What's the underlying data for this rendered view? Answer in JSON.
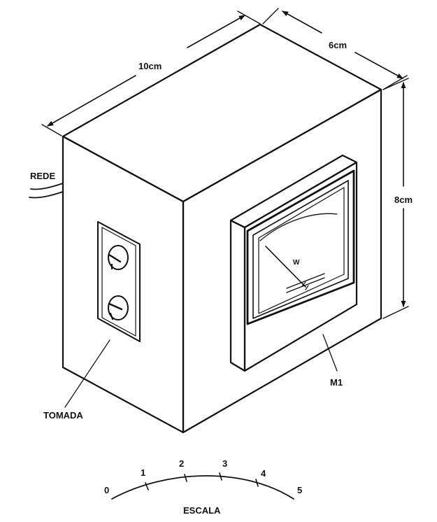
{
  "dimensions": {
    "length": "10cm",
    "depth": "6cm",
    "height": "8cm"
  },
  "labels": {
    "mains_cable": "REDE",
    "outlet": "TOMADA",
    "meter": "M1",
    "meter_unit": "W",
    "scale_title": "ESCALA"
  },
  "scale": {
    "ticks": [
      "0",
      "1",
      "2",
      "3",
      "4",
      "5"
    ]
  },
  "colors": {
    "ink": "#111111",
    "paper": "#ffffff"
  }
}
